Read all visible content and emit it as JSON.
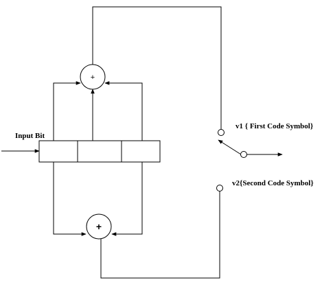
{
  "labels": {
    "input": "Input Bit",
    "v1": "v1 { First Code Symbol}",
    "v2": "v2{Second Code Symbol}"
  },
  "adders": {
    "top_symbol": "+",
    "bottom_symbol": "+"
  },
  "register": {
    "cells": 3
  }
}
